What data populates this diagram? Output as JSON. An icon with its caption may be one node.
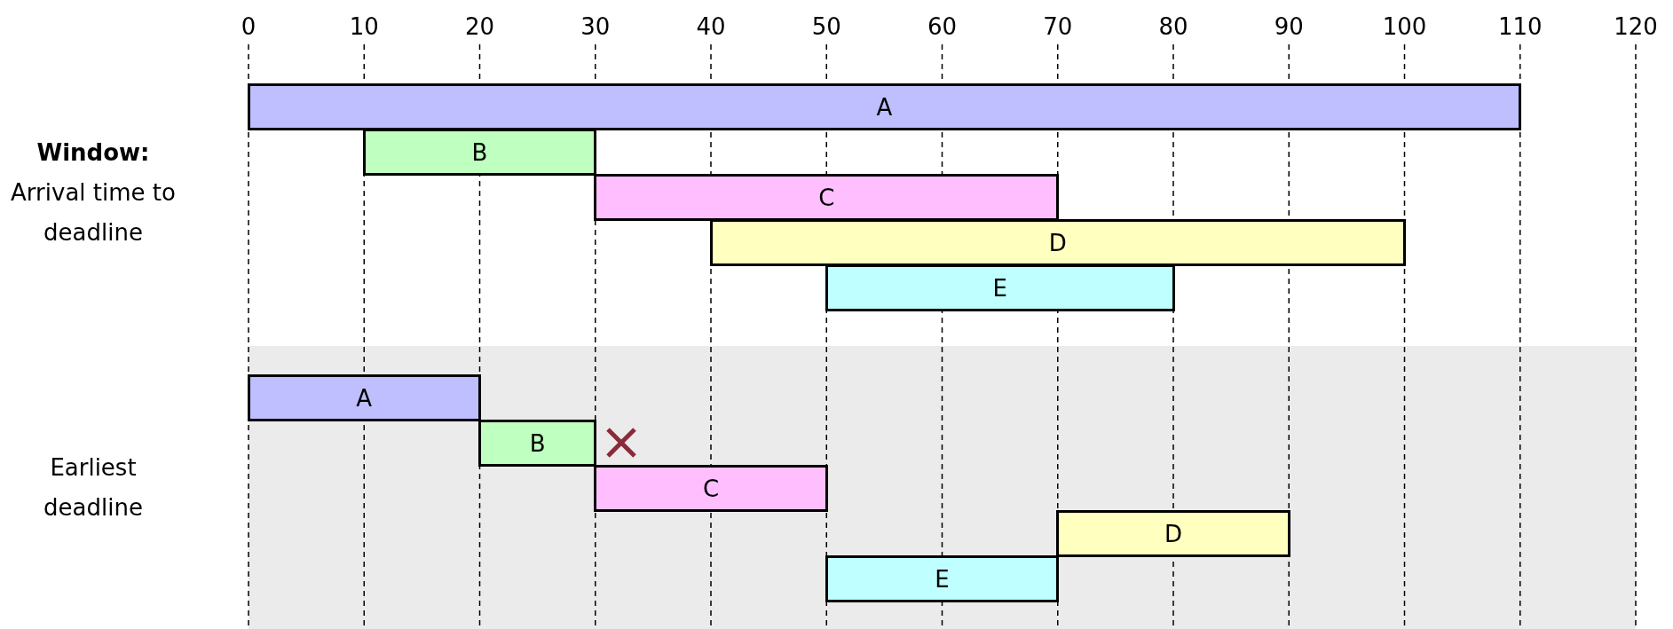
{
  "diagram": {
    "nodes": [
      {
        "text": [
          "A"
        ]
      },
      {
        "text": [
          "B"
        ]
      },
      {
        "text": [
          "C"
        ]
      },
      {
        "text": [
          "D"
        ]
      },
      {
        "text": [
          "E"
        ]
      },
      {
        "text": [
          "A"
        ]
      },
      {
        "text": [
          "B"
        ]
      },
      {
        "text": [
          "C"
        ]
      },
      {
        "text": [
          "D"
        ]
      },
      {
        "text": [
          "E"
        ]
      }
    ],
    "labels": [
      "0",
      "10",
      "20",
      "30",
      "40",
      "50",
      "60",
      "70",
      "80",
      "90",
      "100",
      "110",
      "120",
      "**Window:** Arrival time to deadline",
      "Earliest deadline"
    ]
  }
}
